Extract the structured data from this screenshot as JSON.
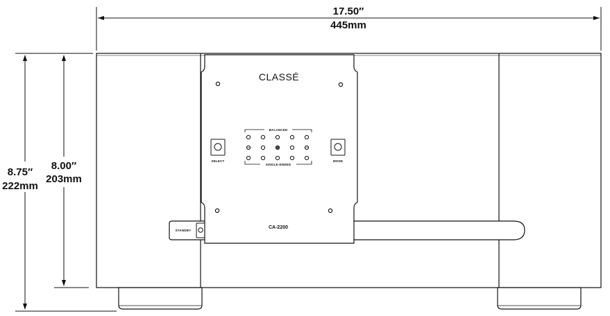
{
  "dimensions": {
    "width_in": "17.50″",
    "width_mm": "445mm",
    "overall_height_in": "8.75″",
    "overall_height_mm": "222mm",
    "body_height_in": "8.00″",
    "body_height_mm": "203mm"
  },
  "faceplate": {
    "brand": "CLASSÉ",
    "model": "CA-2200",
    "balanced_label": "BALANCED",
    "single_ended_label": "SINGLE-ENDED",
    "select_label": "SELECT",
    "mode_label": "MODE",
    "standby_label": "STANDBY"
  },
  "colors": {
    "line": "#111111",
    "background": "#ffffff"
  }
}
